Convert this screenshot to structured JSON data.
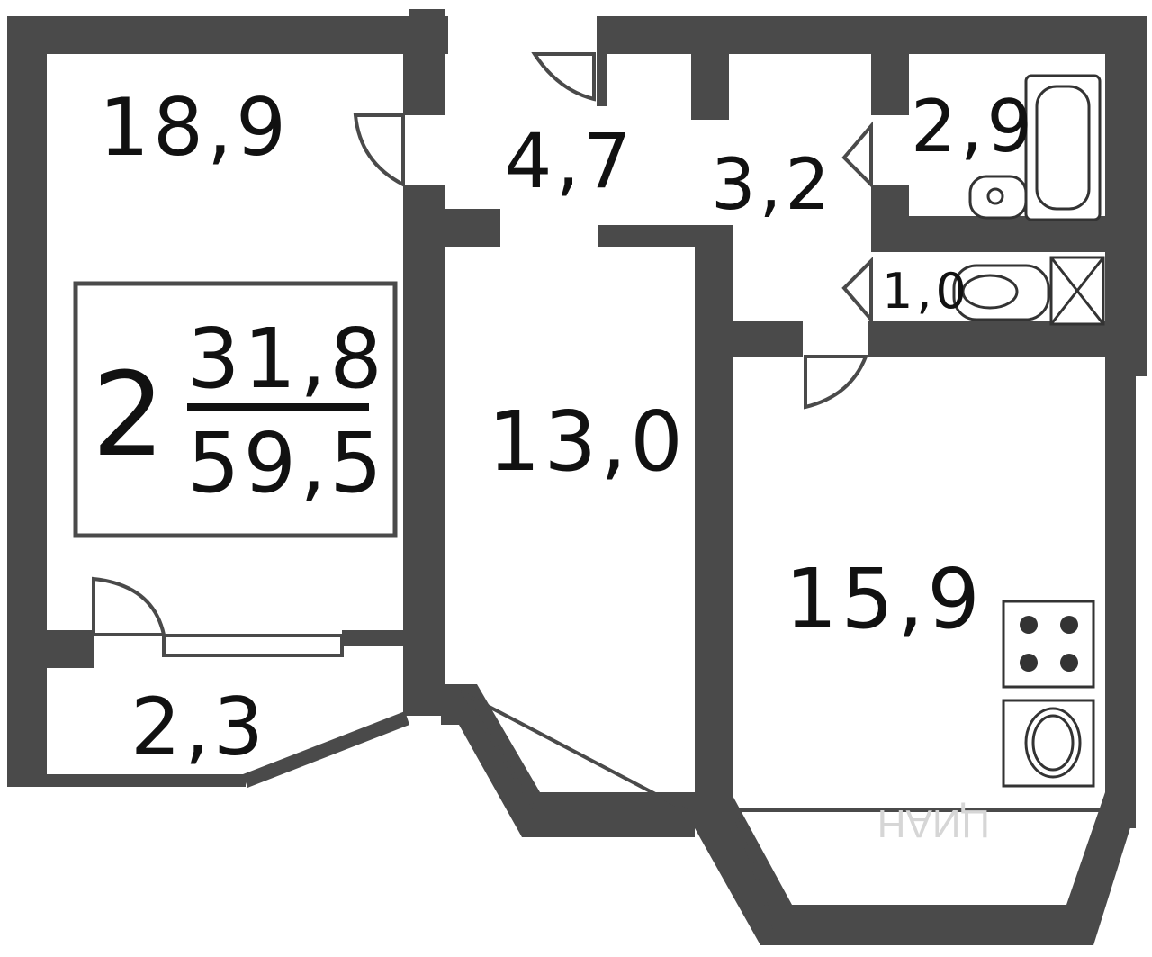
{
  "plan": {
    "summary": {
      "rooms": "2",
      "living_area": "31,8",
      "total_area": "59,5"
    },
    "rooms": {
      "room_left": "18,9",
      "hall": "4,7",
      "corridor": "3,2",
      "bathroom": "2,9",
      "wc": "1,0",
      "room_middle": "13,0",
      "kitchen": "15,9",
      "loggia": "2,3"
    },
    "watermark": "ЦИАН",
    "colors": {
      "wall": "#4a4a4a",
      "background": "#ffffff",
      "text": "#111111"
    }
  }
}
